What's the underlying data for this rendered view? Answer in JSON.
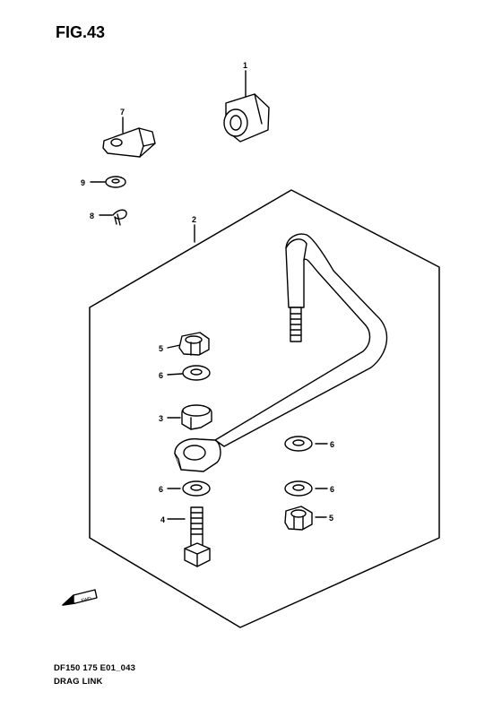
{
  "figure": {
    "title": "FIG.43"
  },
  "caption": {
    "code": "DF150 175 E01_043",
    "name": "DRAG LINK"
  },
  "fwd_label": "FWD",
  "callouts": {
    "c1": "1",
    "c7": "7",
    "c9": "9",
    "c8": "8",
    "c2": "2",
    "c5a": "5",
    "c6a": "6",
    "c3": "3",
    "c6b": "6",
    "c6c": "6",
    "c6d": "6",
    "c4": "4",
    "c5b": "5"
  }
}
